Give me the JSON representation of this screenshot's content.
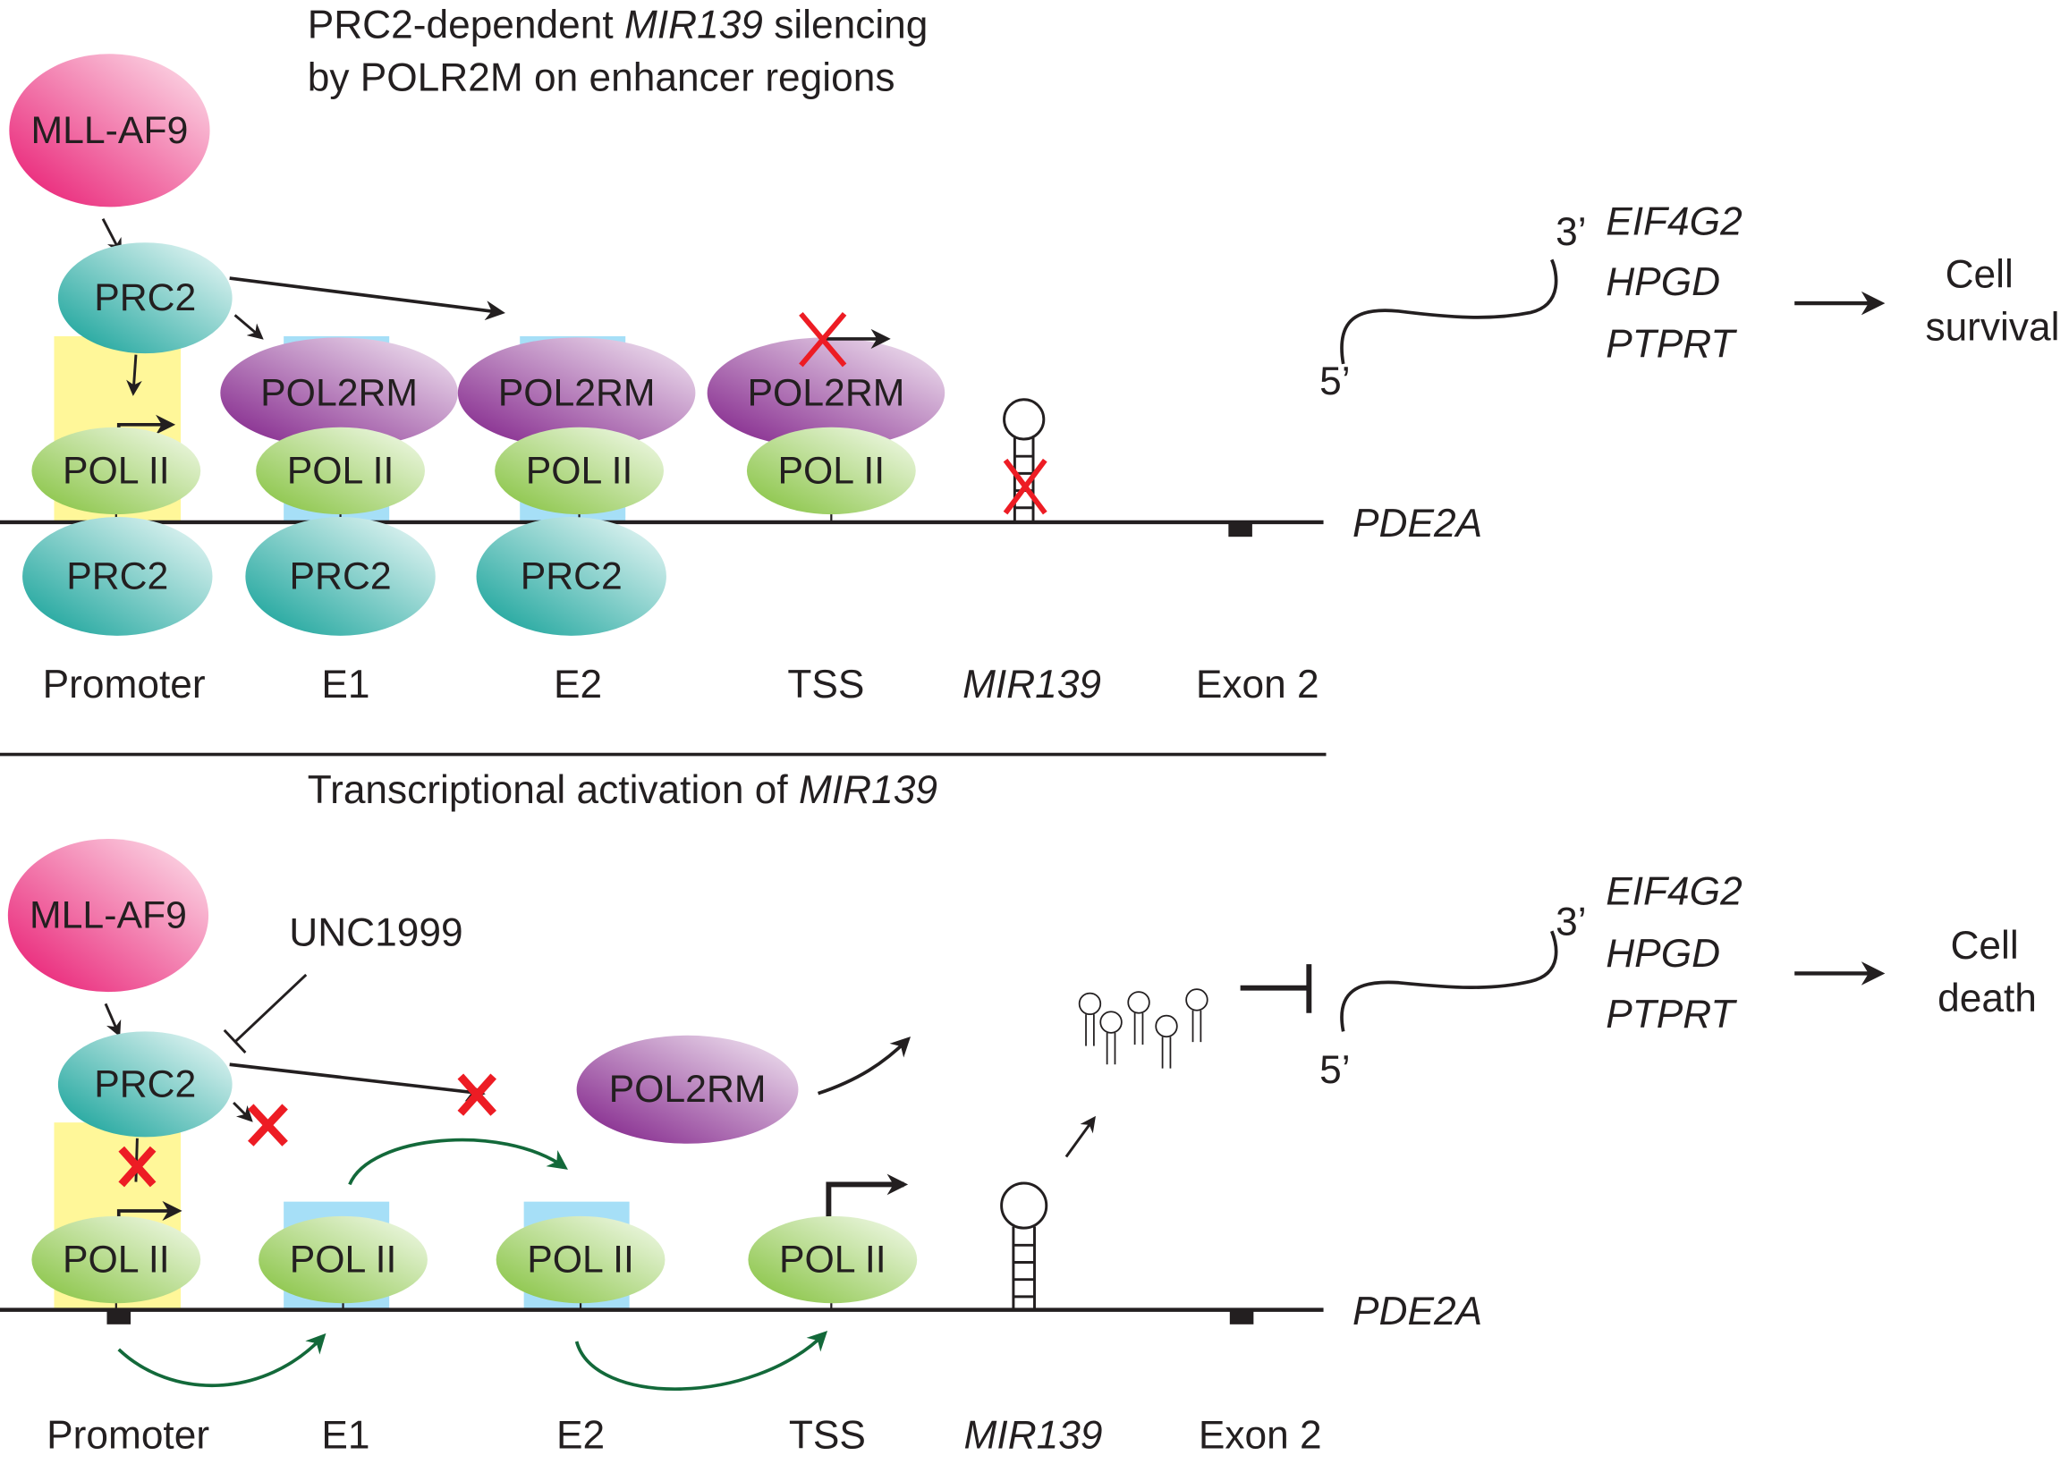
{
  "colors": {
    "mll_af9": "#e8156f",
    "prc2": "#12a59b",
    "pol2rm": "#8a1f8c",
    "pol2": "#8dc63f",
    "promoter_box": "#fff799",
    "enhancer_box": "#a6dff7",
    "inhibit_x": "#ed1c24",
    "green_arrow": "#13693a"
  },
  "top_panel": {
    "title_line1_pre": "PRC2-dependent ",
    "title_line1_gene": "MIR139",
    "title_line1_post": " silencing",
    "title_line2": "by POLR2M on enhancer regions",
    "mll_af9": "MLL-AF9",
    "prc2": "PRC2",
    "pol2rm": "POL2RM",
    "pol2": "POL II",
    "gene_name": "PDE2A",
    "mrna_3prime": "3’",
    "mrna_5prime": "5’",
    "targets": [
      "EIF4G2",
      "HPGD",
      "PTPRT"
    ],
    "outcome_line1": "Cell",
    "outcome_line2": "survival",
    "regions": [
      "Promoter",
      "E1",
      "E2",
      "TSS",
      "MIR139",
      "Exon 2"
    ]
  },
  "bottom_panel": {
    "title_pre": "Transcriptional activation of ",
    "title_gene": "MIR139",
    "mll_af9": "MLL-AF9",
    "inhibitor": "UNC1999",
    "prc2": "PRC2",
    "pol2rm": "POL2RM",
    "pol2": "POL II",
    "gene_name": "PDE2A",
    "mrna_3prime": "3’",
    "mrna_5prime": "5’",
    "targets": [
      "EIF4G2",
      "HPGD",
      "PTPRT"
    ],
    "outcome_line1": "Cell",
    "outcome_line2": "death",
    "regions": [
      "Promoter",
      "E1",
      "E2",
      "TSS",
      "MIR139",
      "Exon 2"
    ]
  }
}
